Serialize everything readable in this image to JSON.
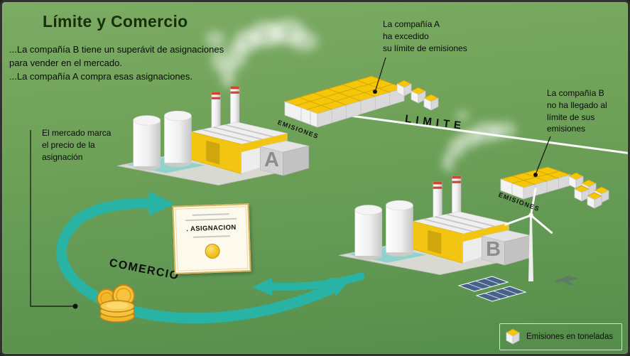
{
  "title": "Límite y Comercio",
  "intro": "...La compañía B tiene un superávit de asignaciones\npara vender en el mercado.\n...La compañía A compra esas asignaciones.",
  "callouts": {
    "company_a": "La compañía A\nha excedido\nsu límite de emisiones",
    "company_b": "La compañía B\nno ha llegado al\nlímite de sus\nemisiones",
    "market": "El mercado marca\nel precio de la\nasignación"
  },
  "labels": {
    "limit": "LIMITE",
    "trade": "COMERCIO",
    "allocation": ". ASIGNACION",
    "emissions_a": "EMISIONES",
    "emissions_b": "EMISIONES",
    "factory_a": "A",
    "factory_b": "B"
  },
  "legend": {
    "emissions_unit": "Emisiones en toneladas"
  },
  "colors": {
    "background_green": "#6ea158",
    "arrow_teal": "#29b3a4",
    "block_yellow": "#f6c60a",
    "coin_gold": "#f3b82a",
    "factory_yellow": "#f3c513",
    "limit_line_white": "#ffffff"
  }
}
